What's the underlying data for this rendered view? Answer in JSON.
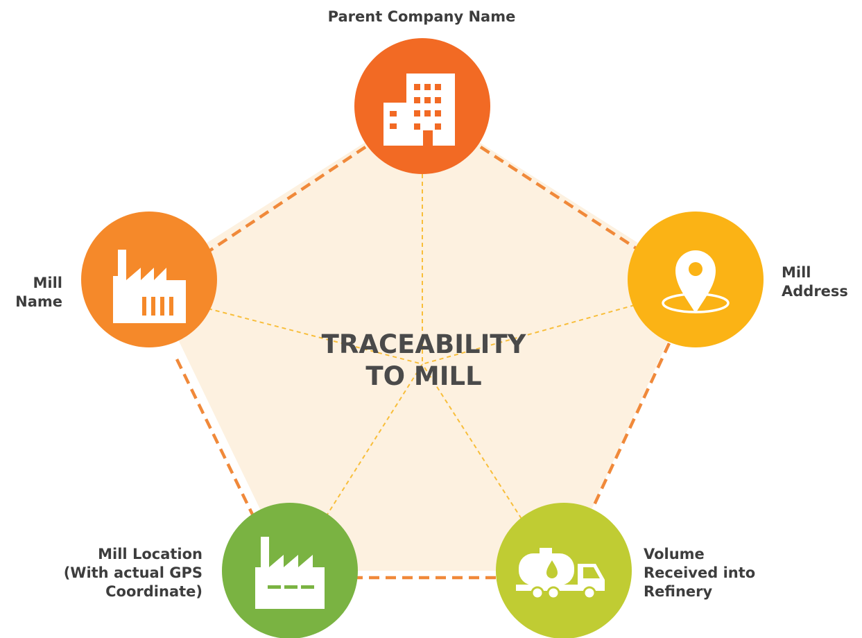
{
  "title": {
    "line1": "TRACEABILITY",
    "line2": "TO MILL"
  },
  "nodes": {
    "parent_company": {
      "line1": "Parent Company Name",
      "icon": "building-icon",
      "color": "#f26a24"
    },
    "mill_address": {
      "line1": "Mill",
      "line2": "Address",
      "icon": "location-pin-icon",
      "color": "#fbb315"
    },
    "mill_name": {
      "line1": "Mill",
      "line2": "Name",
      "icon": "factory-icon",
      "color": "#f5892a"
    },
    "mill_location": {
      "line1": "Mill Location",
      "line2": "(With actual GPS",
      "line3": "Coordinate)",
      "icon": "factory-location-icon",
      "color": "#7ab342"
    },
    "volume": {
      "line1": "Volume",
      "line2": "Received into",
      "line3": "Refinery",
      "icon": "tanker-truck-icon",
      "color": "#c0cc33"
    }
  },
  "colors": {
    "pentagon_fill": "#fdf1e0",
    "outer_dash": "#f0893a",
    "inner_dash": "#f8be3a",
    "text": "#3d3d3d"
  }
}
